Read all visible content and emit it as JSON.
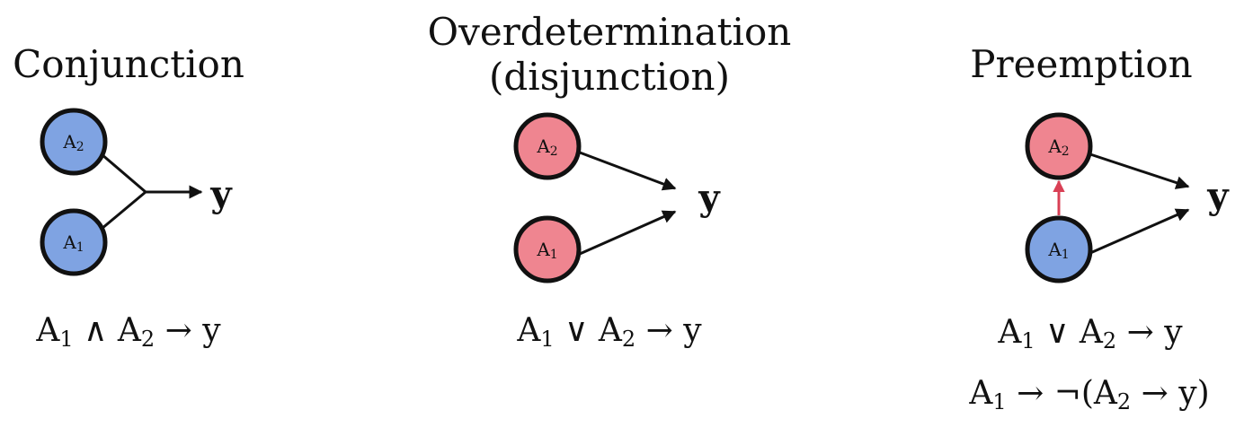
{
  "colors": {
    "blue_node": "#7fa3e2",
    "red_node": "#ef8590",
    "stroke": "#111111",
    "preempt_arrow": "#d94055"
  },
  "panels": {
    "conjunction": {
      "title": "Conjunction",
      "node_a2": {
        "letter": "A",
        "sub": "2"
      },
      "node_a1": {
        "letter": "A",
        "sub": "1"
      },
      "output": "y",
      "formula": {
        "p1": "A",
        "s1": "1",
        "p2": " ∧ A",
        "s2": "2",
        "p3": " → y"
      }
    },
    "overdetermination": {
      "title_line1": "Overdetermination",
      "title_line2": "(disjunction)",
      "node_a2": {
        "letter": "A",
        "sub": "2"
      },
      "node_a1": {
        "letter": "A",
        "sub": "1"
      },
      "output": "y",
      "formula": {
        "p1": "A",
        "s1": "1",
        "p2": " ∨ A",
        "s2": "2",
        "p3": " → y"
      }
    },
    "preemption": {
      "title": "Preemption",
      "node_a2": {
        "letter": "A",
        "sub": "2"
      },
      "node_a1": {
        "letter": "A",
        "sub": "1"
      },
      "output": "y",
      "formula1": {
        "p1": "A",
        "s1": "1",
        "p2": " ∨ A",
        "s2": "2",
        "p3": " → y"
      },
      "formula2": {
        "p1": "A",
        "s1": "1",
        "p2": " →  ¬(A",
        "s2": "2",
        "p3": " → y)"
      }
    }
  }
}
